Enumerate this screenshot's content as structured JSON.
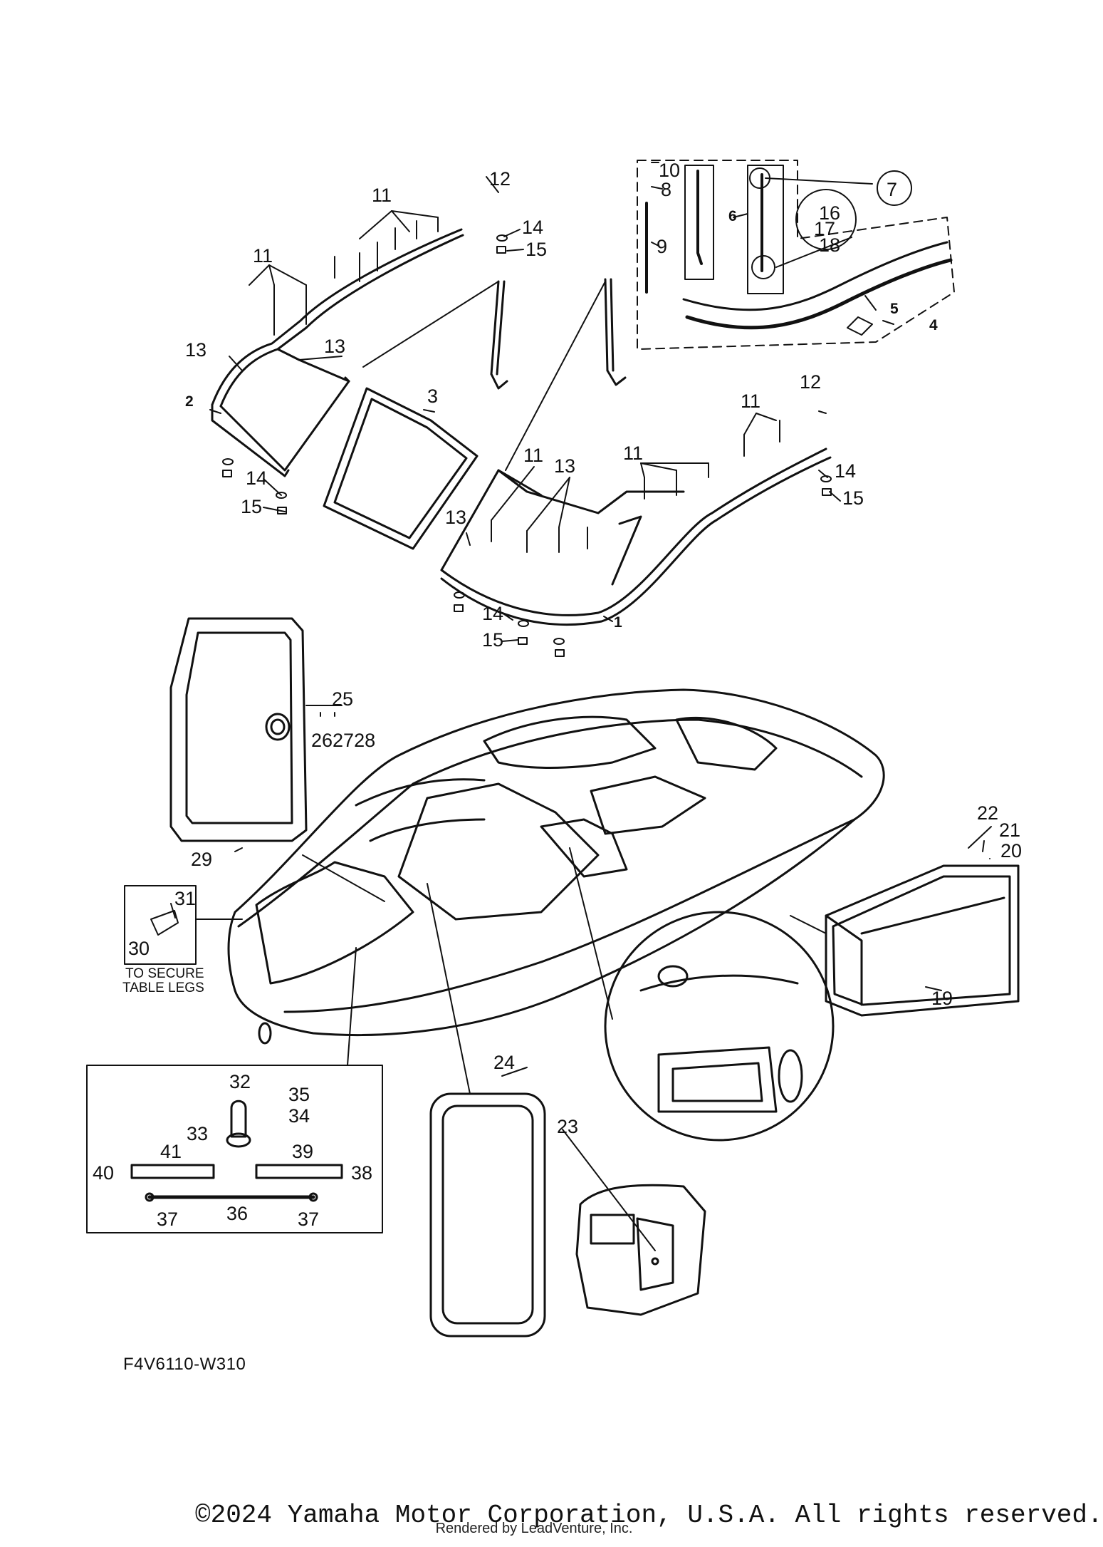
{
  "diagram": {
    "part_code": "F4V6110-W310",
    "note_lines": [
      "TO SECURE",
      "TABLE LEGS"
    ],
    "callouts": [
      "1",
      "2",
      "3",
      "4",
      "5",
      "6",
      "7",
      "8",
      "9",
      "10",
      "11",
      "12",
      "13",
      "14",
      "15",
      "16",
      "17",
      "18",
      "19",
      "20",
      "21",
      "22",
      "23",
      "24",
      "25",
      "26",
      "27",
      "28",
      "29",
      "30",
      "31",
      "32",
      "33",
      "34",
      "35",
      "36",
      "37",
      "38",
      "39",
      "40",
      "41"
    ],
    "sub_label": "262728"
  },
  "footer": {
    "copyright": "©2024 Yamaha Motor Corporation, U.S.A. All rights reserved.",
    "rendered_by": "Rendered by LeadVenture, Inc."
  }
}
